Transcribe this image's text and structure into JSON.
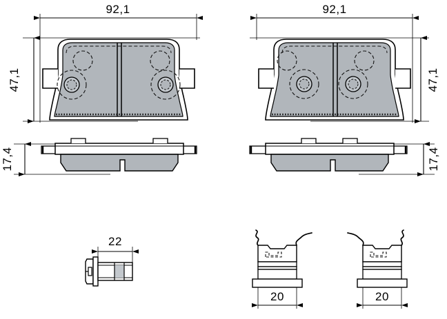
{
  "drawing": {
    "title": "Brake Pad Set Technical Drawing",
    "sheet_background": "#ffffff",
    "line_color": "#000000",
    "pad_fill": "#b1b6bb",
    "pad_fill_light": "#c3c8cd",
    "backing_fill": "#ffffff",
    "hidden_line_color": "#1a1a1a"
  },
  "views": {
    "pad_front_left": {
      "name": "Brake pad front view (left)",
      "width_dim": "92,1",
      "height_dim": "47,1",
      "holes": 4,
      "hole_labels": [
        "upper-left-dashed",
        "lower-left-ring",
        "upper-right-dashed",
        "lower-right-ring"
      ]
    },
    "pad_front_right": {
      "name": "Brake pad front view (right)",
      "width_dim": "92,1",
      "height_dim": "47,1",
      "holes": 4,
      "hole_labels": [
        "upper-left-dashed",
        "lower-left-ring",
        "upper-right-dashed",
        "lower-right-ring"
      ]
    },
    "pad_side_left": {
      "name": "Brake pad side view (left)",
      "thickness_dim": "17,4"
    },
    "pad_side_right": {
      "name": "Brake pad side view (right)",
      "thickness_dim": "17,4"
    },
    "bolt": {
      "name": "Guide bolt detail",
      "length_dim": "22"
    },
    "clip_left": {
      "name": "Spring clip detail left",
      "width_dim": "20"
    },
    "clip_right": {
      "name": "Spring clip detail right",
      "width_dim": "20"
    }
  },
  "dimensions": {
    "top_left_width": "92,1",
    "top_right_width": "92,1",
    "left_height": "47,1",
    "right_height": "47,1",
    "left_thickness": "17,4",
    "right_thickness": "17,4",
    "bolt_length": "22",
    "clip_left_width": "20",
    "clip_right_width": "20"
  }
}
